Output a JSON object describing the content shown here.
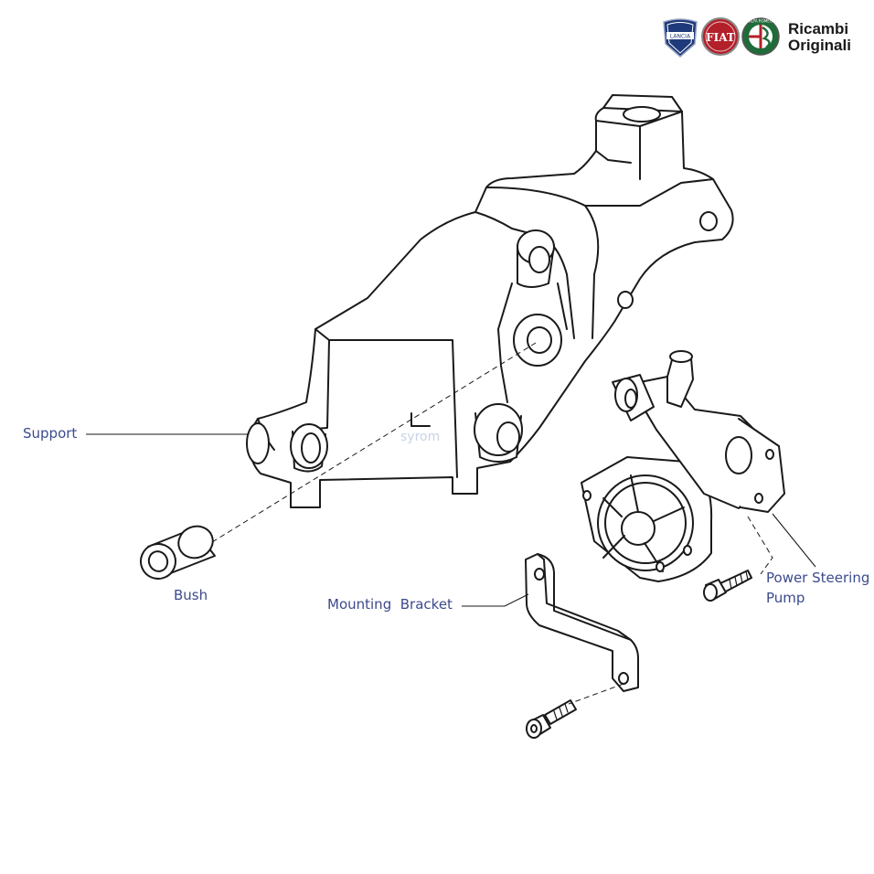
{
  "brand": {
    "logos": [
      {
        "name": "lancia-logo",
        "text": "LANCIA",
        "color": "#1f3a7a"
      },
      {
        "name": "fiat-logo",
        "text": "FIAT",
        "color": "#b3202a"
      },
      {
        "name": "alfa-romeo-logo",
        "text": "ALFA ROMEO",
        "color": "#1f6b3a"
      }
    ],
    "title_line1": "Ricambi",
    "title_line2": "Originali"
  },
  "watermark": "syrom",
  "callouts": {
    "support": "Support",
    "bush": "Bush",
    "mounting_bracket_1": "Mounting",
    "mounting_bracket_2": "Bracket",
    "power_steering_1": "Power Steering",
    "power_steering_2": "Pump"
  },
  "colors": {
    "line": "#1a1a1a",
    "label": "#3c4a8c",
    "watermark": "#c7d3e6"
  }
}
